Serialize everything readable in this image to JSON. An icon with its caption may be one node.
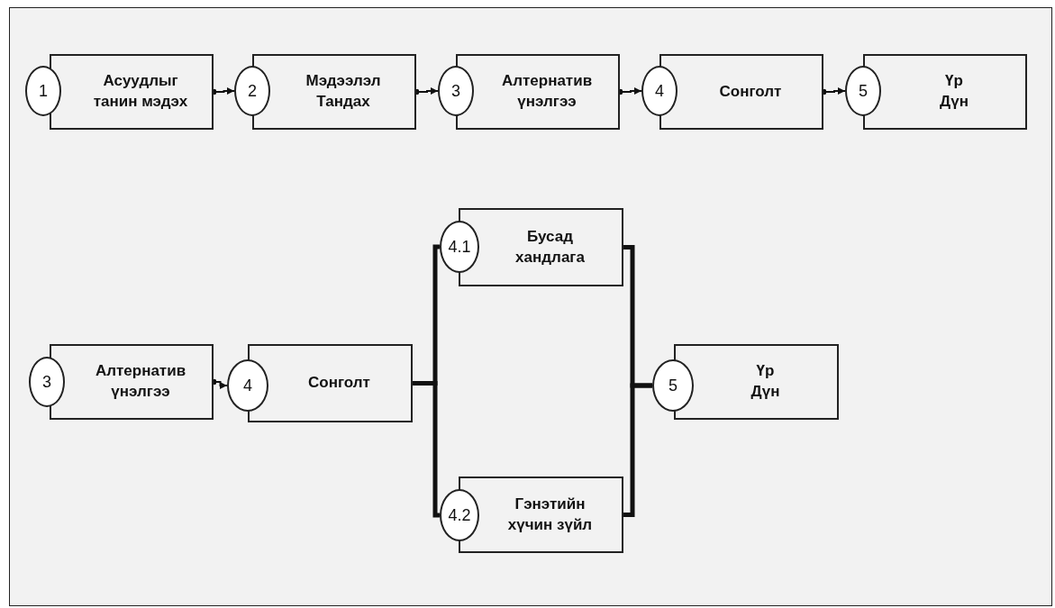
{
  "diagram": {
    "nodes": [
      {
        "text": [
          "1"
        ]
      },
      {
        "text": [
          "Асуудлыг танин мэдэх"
        ]
      },
      {
        "text": [
          "2"
        ]
      },
      {
        "text": [
          "Мэдээлэл Тандах"
        ]
      },
      {
        "text": [
          "3"
        ]
      },
      {
        "text": [
          "Алтернатив үнэлгээ"
        ]
      },
      {
        "text": [
          "4"
        ]
      },
      {
        "text": [
          "Сонголт"
        ]
      },
      {
        "text": [
          "5"
        ]
      },
      {
        "text": [
          "Үр Дүн"
        ]
      },
      {
        "text": [
          "4.1"
        ]
      },
      {
        "text": [
          "Бусад хандлага"
        ]
      },
      {
        "text": [
          "3"
        ]
      },
      {
        "text": [
          "Алтернатив үнэлгээ"
        ]
      },
      {
        "text": [
          "4"
        ]
      },
      {
        "text": [
          "Сонголт"
        ]
      },
      {
        "text": [
          "5"
        ]
      },
      {
        "text": [
          "Үр Дүн"
        ]
      },
      {
        "text": [
          "4.2"
        ]
      },
      {
        "text": [
          "Гэнэтийн хүчин зүйл"
        ]
      }
    ],
    "edges": [
      {
        "from": 1,
        "to": 2,
        "arrow": "to"
      },
      {
        "from": 3,
        "to": 4,
        "arrow": "to"
      },
      {
        "from": 5,
        "to": 6,
        "arrow": "to"
      },
      {
        "from": 7,
        "to": 8,
        "arrow": "to"
      },
      {
        "from": 13,
        "to": 14,
        "arrow": "to"
      },
      {
        "from": 15,
        "to": 10,
        "arrow": "none",
        "style": "thick"
      },
      {
        "from": 15,
        "to": 18,
        "arrow": "none",
        "style": "thick"
      },
      {
        "from": 11,
        "to": 16,
        "arrow": "none",
        "style": "thick"
      },
      {
        "from": 19,
        "to": 16,
        "arrow": "none",
        "style": "thick"
      }
    ]
  }
}
